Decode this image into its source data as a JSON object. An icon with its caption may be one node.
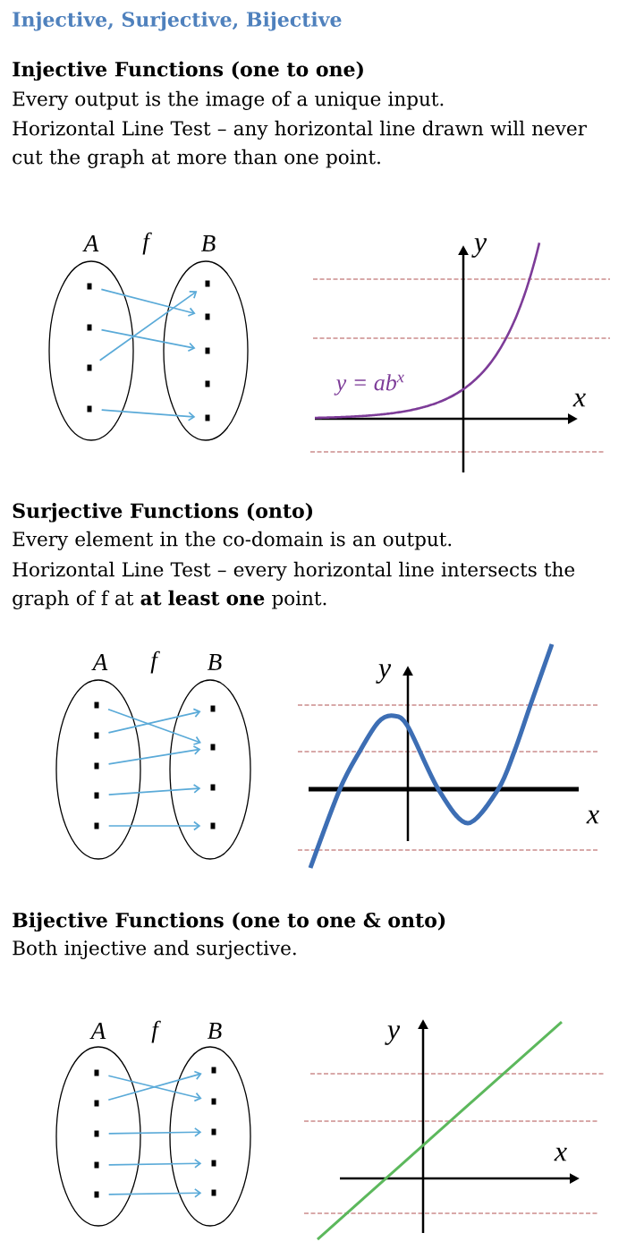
{
  "diagram": {
    "title": "Injective, Surjective, Bijective",
    "nodes": [
      {
        "text": [
          "A"
        ]
      },
      {
        "text": [],
        "shape": "dot",
        "in": 0
      },
      {
        "text": [],
        "shape": "dot",
        "in": 0
      },
      {
        "text": [],
        "shape": "dot",
        "in": 0
      },
      {
        "text": [],
        "shape": "dot",
        "in": 0
      },
      {
        "text": [
          "B"
        ]
      },
      {
        "text": [],
        "shape": "dot",
        "in": 5
      },
      {
        "text": [],
        "shape": "dot",
        "in": 5
      },
      {
        "text": [],
        "shape": "dot",
        "in": 5
      },
      {
        "text": [],
        "shape": "dot",
        "in": 5
      },
      {
        "text": [],
        "shape": "dot",
        "in": 5
      },
      {
        "text": [
          "A"
        ]
      },
      {
        "text": [],
        "shape": "dot",
        "in": 11
      },
      {
        "text": [],
        "shape": "dot",
        "in": 11
      },
      {
        "text": [],
        "shape": "dot",
        "in": 11
      },
      {
        "text": [],
        "shape": "dot",
        "in": 11
      },
      {
        "text": [],
        "shape": "dot",
        "in": 11
      },
      {
        "text": [
          "B"
        ]
      },
      {
        "text": [],
        "shape": "dot",
        "in": 17
      },
      {
        "text": [],
        "shape": "dot",
        "in": 17
      },
      {
        "text": [],
        "shape": "dot",
        "in": 17
      },
      {
        "text": [],
        "shape": "dot",
        "in": 17
      },
      {
        "text": [
          "A"
        ]
      },
      {
        "text": [],
        "shape": "dot",
        "in": 22
      },
      {
        "text": [],
        "shape": "dot",
        "in": 22
      },
      {
        "text": [],
        "shape": "dot",
        "in": 22
      },
      {
        "text": [],
        "shape": "dot",
        "in": 22
      },
      {
        "text": [],
        "shape": "dot",
        "in": 22
      },
      {
        "text": [
          "B"
        ]
      },
      {
        "text": [],
        "shape": "dot",
        "in": 28
      },
      {
        "text": [],
        "shape": "dot",
        "in": 28
      },
      {
        "text": [],
        "shape": "dot",
        "in": 28
      },
      {
        "text": [],
        "shape": "dot",
        "in": 28
      },
      {
        "text": [],
        "shape": "dot",
        "in": 28
      }
    ],
    "edges": [
      {
        "from": 1,
        "to": 7,
        "arrow": "to"
      },
      {
        "from": 2,
        "to": 8,
        "arrow": "to"
      },
      {
        "from": 3,
        "to": 6,
        "arrow": "to"
      },
      {
        "from": 4,
        "to": 10,
        "arrow": "to"
      },
      {
        "from": 12,
        "to": 19,
        "arrow": "to"
      },
      {
        "from": 13,
        "to": 18,
        "arrow": "to"
      },
      {
        "from": 14,
        "to": 19,
        "arrow": "to"
      },
      {
        "from": 15,
        "to": 20,
        "arrow": "to"
      },
      {
        "from": 16,
        "to": 21,
        "arrow": "to"
      },
      {
        "from": 23,
        "to": 30,
        "arrow": "to"
      },
      {
        "from": 24,
        "to": 29,
        "arrow": "to"
      },
      {
        "from": 25,
        "to": 31,
        "arrow": "to"
      },
      {
        "from": 26,
        "to": 32,
        "arrow": "to"
      },
      {
        "from": 27,
        "to": 33,
        "arrow": "to"
      }
    ],
    "labels": [
      "Injective Functions (one to one)",
      "Every output is the image of a unique input.",
      "Horizontal Line Test – any horizontal line drawn will never cut the graph at more than one point.",
      "f",
      "y",
      "y = ab$^{x}$",
      "x",
      "Surjective Functions (onto)",
      "Every element in the co-domain is an output.",
      "Horizontal Line Test – every horizontal line intersects the graph of f at **at least one** point.",
      "f",
      "y",
      "x",
      "Bijective Functions (one to one & onto)",
      "Both injective and surjective.",
      "f",
      "y",
      "x"
    ]
  }
}
